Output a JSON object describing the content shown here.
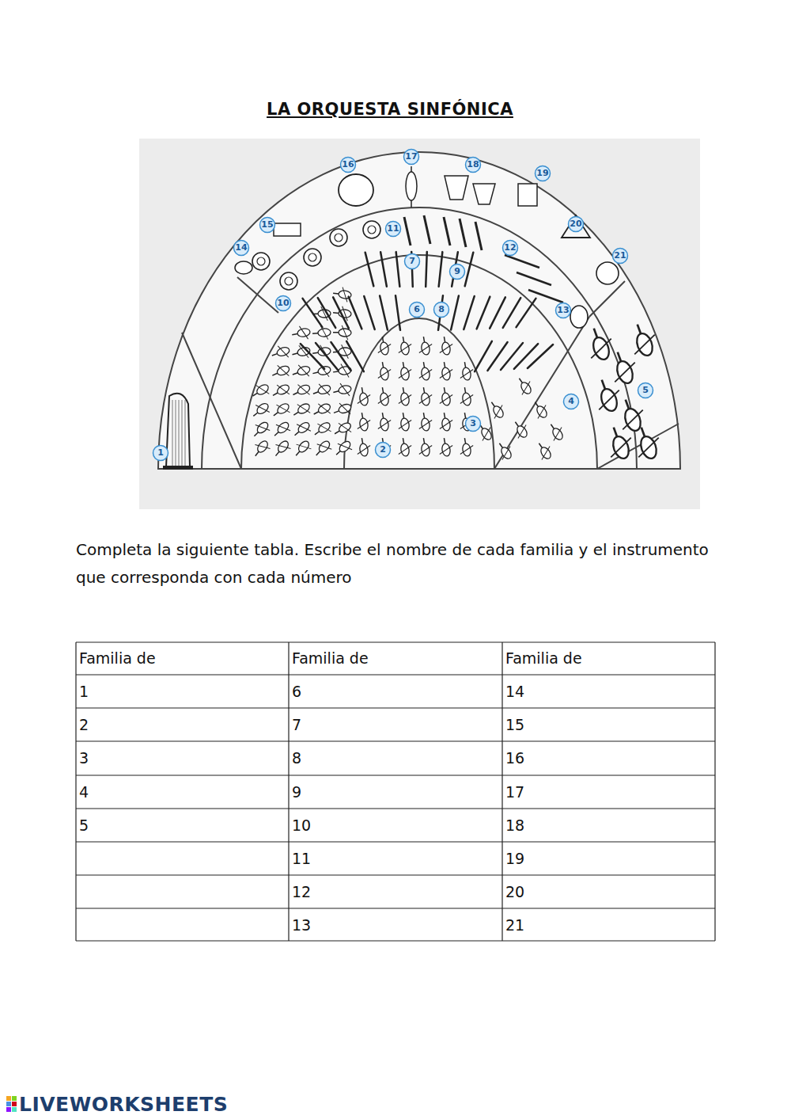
{
  "diagram": {
    "title": "LA ORQUESTA SINFÓNICA",
    "labels": [
      "1",
      "2",
      "3",
      "4",
      "5",
      "6",
      "7",
      "8",
      "9",
      "10",
      "11",
      "12",
      "13",
      "14",
      "15",
      "16",
      "17",
      "18",
      "19",
      "20",
      "21",
      "Completa la siguiente tabla. Escribe el nombre de cada familia y el instrumento que corresponda con cada número",
      "Familia de",
      "Familia de",
      "Familia de",
      "1",
      "2",
      "3",
      "4",
      "5",
      "6",
      "7",
      "8",
      "9",
      "10",
      "11",
      "12",
      "13",
      "14",
      "15",
      "16",
      "17",
      "18",
      "19",
      "20",
      "21",
      "LIVEWORKSHEETS"
    ]
  }
}
